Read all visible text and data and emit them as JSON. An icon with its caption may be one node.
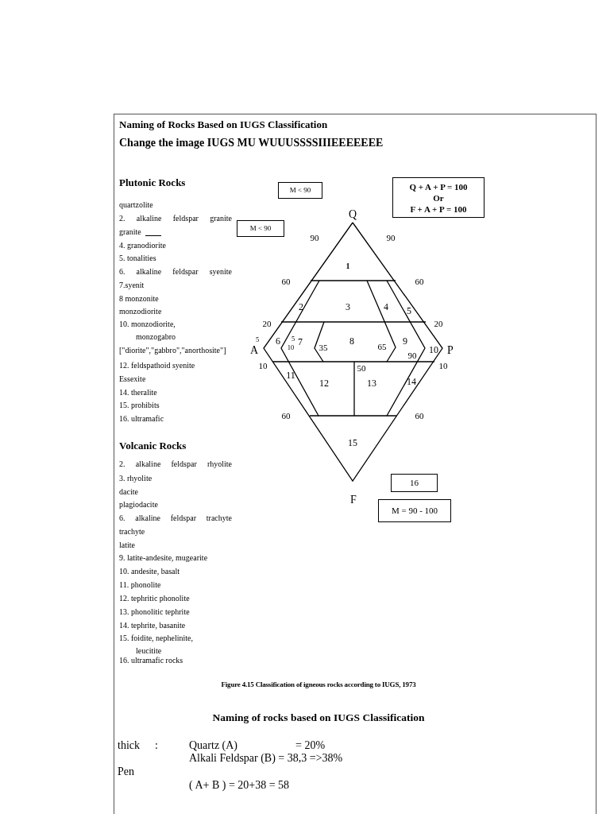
{
  "diagram": {
    "title": "Naming of Rocks Based on IUGS Classification",
    "caption": "Figure 4.15 Classification of igneous rocks according to IUGS, 1973",
    "nodes": [
      {
        "text": [
          "M < 90"
        ]
      },
      {
        "text": [
          "M < 90"
        ]
      },
      {
        "text": [
          "Q + A + P = 100",
          "Or",
          "F + A + P = 100"
        ]
      },
      {
        "text": [
          "16"
        ]
      },
      {
        "text": [
          "M = 90 - 100"
        ]
      }
    ],
    "labels": [
      "Change the image IUGS MU WUUUSSSSIIIEEEEEEE",
      "Plutonic Rocks",
      "quartzolite",
      "2. alkaline feldspar granite",
      "granite",
      "4. granodiorite",
      "5. tonalities",
      "6. alkaline feldspar syenite",
      "7.syenit",
      "8 monzonite",
      "monzodiorite",
      "10. monzodiorite, monzogabro",
      "[\"diorite\",\"gabbro\",\"anorthosite\"]",
      "12. feldspathoid syenite",
      "Essexite",
      "14. theralite",
      "15. prohibits",
      "16. ultramafic",
      "Volcanic Rocks",
      "2. alkaline feldspar rhyolite",
      "3. rhyolite",
      "dacite",
      "plagiodacite",
      "6. alkaline feldspar trachyte",
      "trachyte",
      "latite",
      "9. latite-andesite, mugearite",
      "10. andesite, basalt",
      "11. phonolite",
      "12. tephritic phonolite",
      "13. phonolitic tephrite",
      "14. tephrite, basanite",
      "15. foidite, nephelinite, leucitite",
      "16. ultramafic rocks",
      "Q",
      "90",
      "90",
      "1",
      "60",
      "60",
      "2",
      "3",
      "4",
      "5",
      "20",
      "20",
      "5",
      "6",
      "5",
      "10",
      "7",
      "35",
      "8",
      "65",
      "9",
      "A",
      "90",
      "10",
      "P",
      "10",
      "10",
      "50",
      "11",
      "12",
      "13",
      "14",
      "60",
      "60",
      "15",
      "F",
      "Naming of rocks based on IUGS Classification",
      "thick",
      ":",
      "Quartz (A)",
      "= 20%",
      "Alkali Feldspar (B) = 38,3 =>38%",
      "Pen",
      "( A+ B ) = 20+38 = 58"
    ]
  }
}
